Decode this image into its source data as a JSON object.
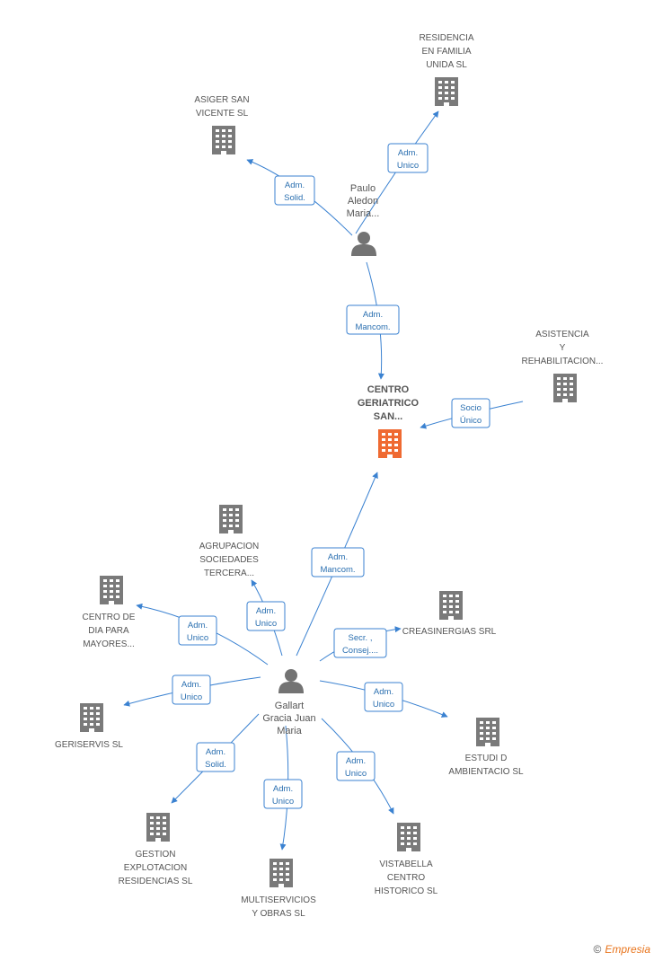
{
  "colors": {
    "edge": "#3b82d1",
    "building": "#7a7a7a",
    "main_building": "#ef6a32",
    "person": "#737373"
  },
  "nodes": {
    "residencia": [
      "RESIDENCIA",
      "EN FAMILIA",
      "UNIDA SL"
    ],
    "asiger": [
      "ASIGER SAN",
      "VICENTE SL"
    ],
    "paulo": [
      "Paulo",
      "Aledon",
      "Maria..."
    ],
    "asistencia": [
      "ASISTENCIA",
      "Y",
      "REHABILITACION..."
    ],
    "centro": [
      "CENTRO",
      "GERIATRICO",
      "SAN..."
    ],
    "agrupacion": [
      "AGRUPACION",
      "SOCIEDADES",
      "TERCERA..."
    ],
    "centro_dia": [
      "CENTRO DE",
      "DIA PARA",
      "MAYORES..."
    ],
    "creasinergias": [
      "CREASINERGIAS SRL"
    ],
    "geriservis": [
      "GERISERVIS SL"
    ],
    "gallart": [
      "Gallart",
      "Gracia Juan",
      "Maria"
    ],
    "estudi": [
      "ESTUDI D",
      "AMBIENTACIO SL"
    ],
    "gestion": [
      "GESTION",
      "EXPLOTACION",
      "RESIDENCIAS SL"
    ],
    "multiservicios": [
      "MULTISERVICIOS",
      "Y OBRAS SL"
    ],
    "vistabella": [
      "VISTABELLA",
      "CENTRO",
      "HISTORICO SL"
    ]
  },
  "edges": {
    "paulo_residencia": [
      "Adm.",
      "Unico"
    ],
    "paulo_asiger": [
      "Adm.",
      "Solid."
    ],
    "paulo_centro": [
      "Adm.",
      "Mancom."
    ],
    "asistencia_centro": [
      "Socio",
      "Único"
    ],
    "gallart_centro": [
      "Adm.",
      "Mancom."
    ],
    "gallart_agrupacion": [
      "Adm.",
      "Unico"
    ],
    "gallart_centro_dia": [
      "Adm.",
      "Unico"
    ],
    "gallart_creasinergias": [
      "Secr. ,",
      "Consej...."
    ],
    "gallart_geriservis": [
      "Adm.",
      "Unico"
    ],
    "gallart_estudi": [
      "Adm.",
      "Unico"
    ],
    "gallart_gestion": [
      "Adm.",
      "Solid."
    ],
    "gallart_multiservicios": [
      "Adm.",
      "Unico"
    ],
    "gallart_vistabella": [
      "Adm.",
      "Unico"
    ]
  },
  "footer": {
    "copyright_symbol": "©",
    "brand": "Empresia"
  }
}
